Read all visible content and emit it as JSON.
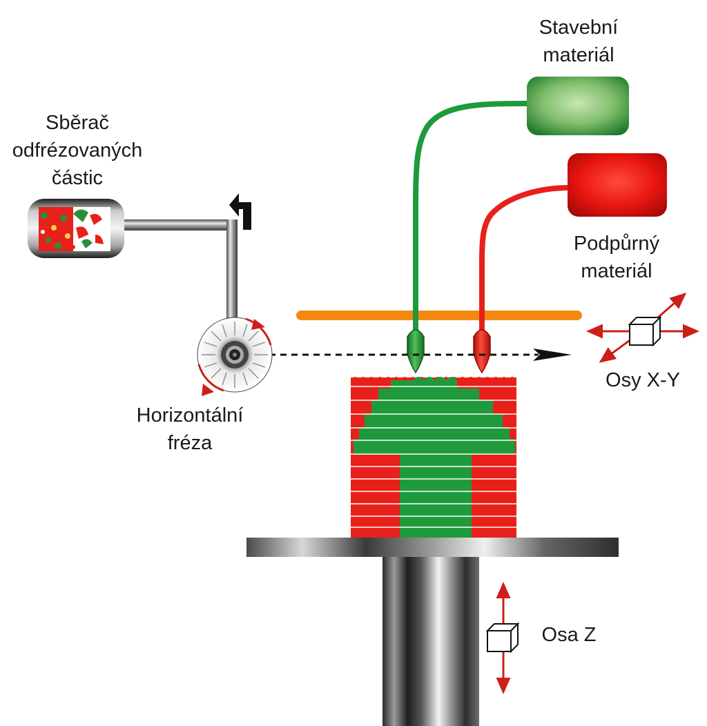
{
  "labels": {
    "collector": [
      "Sběrač",
      "odfrézovaných",
      "částic"
    ],
    "build_material": [
      "Stavební",
      "materiál"
    ],
    "support_material": [
      "Podpůrný",
      "materiál"
    ],
    "cutter": [
      "Horizontální",
      "fréza"
    ],
    "xy_axes": "Osy X-Y",
    "z_axis": "Osa Z"
  },
  "colors": {
    "build": "#1e9a3c",
    "support": "#e8201a",
    "guide_bar": "#f28a12",
    "arrow": "#cc1f1a",
    "outline": "#111111"
  },
  "icons": [
    "collector-icon",
    "cutter-icon",
    "build-reservoir-icon",
    "support-reservoir-icon",
    "build-nozzle-icon",
    "support-nozzle-icon",
    "platform-icon",
    "piston-icon",
    "xy-axis-icon",
    "z-axis-icon",
    "return-arrow-icon",
    "travel-arrow-icon"
  ]
}
